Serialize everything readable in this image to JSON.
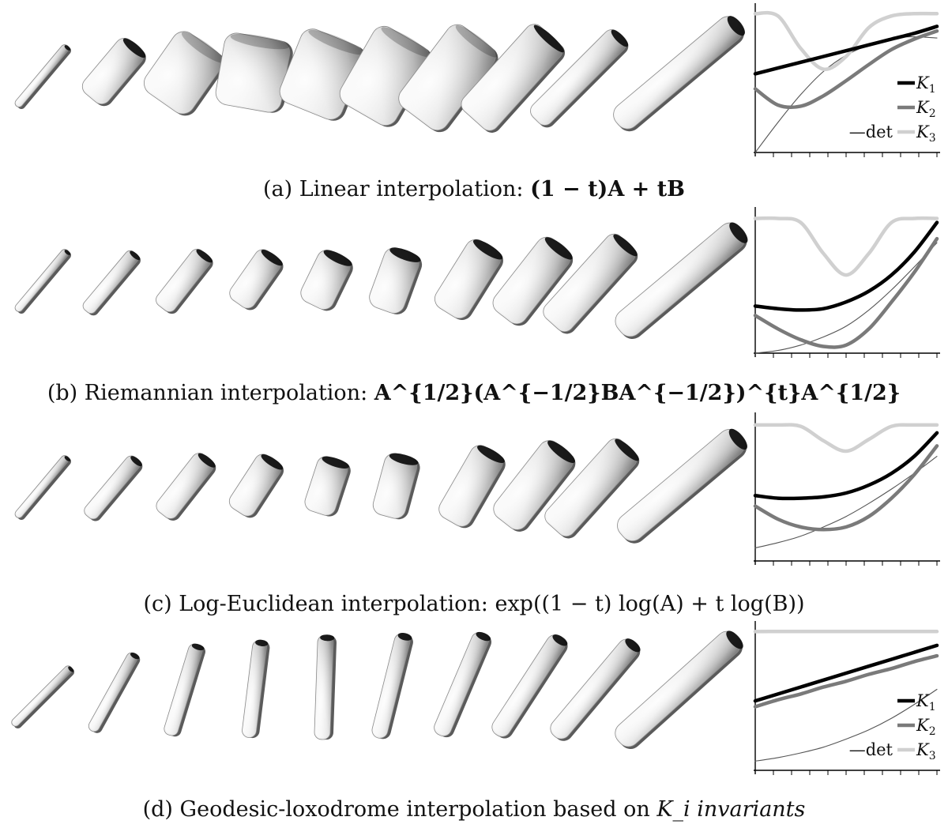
{
  "captions": {
    "a": {
      "lead": "(a) Linear interpolation: ",
      "formula": "(1 − t)A + tB"
    },
    "b": {
      "lead": "(b) Riemannian interpolation: ",
      "formula": "A^{1/2}(A^{−1/2}BA^{−1/2})^{t}A^{1/2}"
    },
    "c": {
      "lead": "(c) Log-Euclidean interpolation: ",
      "formula": "exp((1 − t) log(A) + t log(B))"
    },
    "d": {
      "lead": "(d) Geodesic-loxodrome interpolation based on ",
      "formula": "K_i invariants"
    }
  },
  "legend": {
    "k1": "K",
    "k1_sub": "1",
    "k2": "K",
    "k2_sub": "2",
    "k3": "K",
    "k3_sub": "3",
    "det": "—det"
  },
  "colors": {
    "k1": "#000000",
    "k2": "#7a7a7a",
    "k3": "#d0d0d0",
    "det": "#555555",
    "glyph_light": "#f4f4f4",
    "glyph_dark": "#6a6a6a"
  },
  "chart_data": [
    {
      "type": "line",
      "panel": "a",
      "legend_position": "bottom-right",
      "x": [
        0,
        0.125,
        0.25,
        0.375,
        0.5,
        0.625,
        0.75,
        0.875,
        1
      ],
      "series": [
        {
          "name": "K1",
          "values": [
            0.68,
            0.73,
            0.78,
            0.83,
            0.88,
            0.93,
            0.98,
            1.03,
            1.09
          ]
        },
        {
          "name": "K2",
          "values": [
            0.55,
            0.41,
            0.4,
            0.49,
            0.62,
            0.76,
            0.89,
            0.98,
            1.05
          ]
        },
        {
          "name": "K3",
          "values": [
            1.2,
            1.18,
            0.9,
            0.72,
            0.83,
            1.08,
            1.18,
            1.2,
            1.2
          ]
        },
        {
          "name": "det",
          "values": [
            0.0,
            0.26,
            0.5,
            0.7,
            0.84,
            0.93,
            0.99,
            1.0,
            0.99
          ]
        }
      ]
    },
    {
      "type": "line",
      "panel": "b",
      "legend_position": "none",
      "x": [
        0,
        0.125,
        0.25,
        0.375,
        0.5,
        0.625,
        0.75,
        0.875,
        1
      ],
      "series": [
        {
          "name": "K1",
          "values": [
            0.35,
            0.33,
            0.32,
            0.33,
            0.38,
            0.46,
            0.58,
            0.75,
            0.97
          ]
        },
        {
          "name": "K2",
          "values": [
            0.28,
            0.18,
            0.1,
            0.05,
            0.06,
            0.18,
            0.38,
            0.6,
            0.85
          ]
        },
        {
          "name": "K3",
          "values": [
            1.0,
            1.0,
            0.97,
            0.74,
            0.58,
            0.74,
            0.97,
            1.0,
            1.0
          ]
        },
        {
          "name": "det",
          "values": [
            0.0,
            0.02,
            0.06,
            0.12,
            0.2,
            0.32,
            0.47,
            0.64,
            0.82
          ]
        }
      ]
    },
    {
      "type": "line",
      "panel": "c",
      "legend_position": "none",
      "x": [
        0,
        0.125,
        0.25,
        0.375,
        0.5,
        0.625,
        0.75,
        0.875,
        1
      ],
      "series": [
        {
          "name": "K1",
          "values": [
            0.5,
            0.48,
            0.48,
            0.49,
            0.52,
            0.58,
            0.67,
            0.8,
            0.98
          ]
        },
        {
          "name": "K2",
          "values": [
            0.42,
            0.32,
            0.26,
            0.24,
            0.26,
            0.34,
            0.48,
            0.66,
            0.88
          ]
        },
        {
          "name": "K3",
          "values": [
            1.04,
            1.04,
            1.03,
            0.92,
            0.84,
            0.93,
            1.03,
            1.04,
            1.04
          ]
        },
        {
          "name": "det",
          "values": [
            0.1,
            0.14,
            0.19,
            0.26,
            0.34,
            0.44,
            0.55,
            0.67,
            0.8
          ]
        }
      ]
    },
    {
      "type": "line",
      "panel": "d",
      "legend_position": "bottom-right",
      "x": [
        0,
        0.125,
        0.25,
        0.375,
        0.5,
        0.625,
        0.75,
        0.875,
        1
      ],
      "series": [
        {
          "name": "K1",
          "values": [
            0.6,
            0.66,
            0.72,
            0.78,
            0.84,
            0.9,
            0.96,
            1.02,
            1.08
          ]
        },
        {
          "name": "K2",
          "values": [
            0.55,
            0.61,
            0.66,
            0.72,
            0.77,
            0.83,
            0.88,
            0.94,
            0.99
          ]
        },
        {
          "name": "K3",
          "values": [
            1.2,
            1.2,
            1.2,
            1.2,
            1.2,
            1.2,
            1.2,
            1.2,
            1.2
          ]
        },
        {
          "name": "det",
          "values": [
            0.08,
            0.11,
            0.15,
            0.2,
            0.27,
            0.35,
            0.45,
            0.57,
            0.7
          ]
        }
      ]
    }
  ]
}
